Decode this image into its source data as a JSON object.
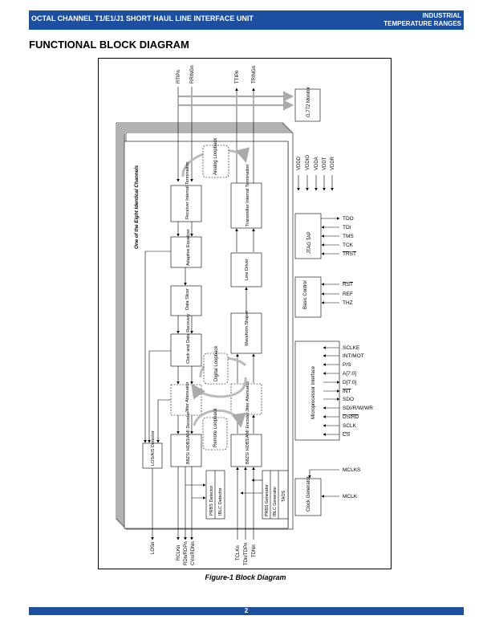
{
  "header": {
    "title": "OCTAL CHANNEL T1/E1/J1 SHORT HAUL LINE INTERFACE UNIT",
    "range_line1": "INDUSTRIAL",
    "range_line2": "TEMPERATURE RANGES"
  },
  "section_title": "FUNCTIONAL BLOCK DIAGRAM",
  "diagram": {
    "channel_label": "One of the Eight Identical Channels",
    "top_pins": [
      "RTIPn",
      "RRINGn",
      "TTIPn",
      "TRINGn"
    ],
    "monitor_block": "G.772 Monitor",
    "loopbacks": {
      "analog": "Analog Loopback",
      "digital": "Digital Loopback",
      "remote": "Remote Loopback"
    },
    "receive_blocks": {
      "termination": "Receiver Internal Termination",
      "equalizer": "Adaptive Equalizer",
      "slicer": "Data Slicer",
      "clock_recovery": "Clock and Data Recovery",
      "jitter": "Jitter Attenuator",
      "decoder": "B8ZS/ HDB3/AMI Decoder"
    },
    "transmit_blocks": {
      "termination": "Transmitter Internal Termination",
      "line_driver": "Line Driver",
      "waveform": "Waveform Shaper",
      "jitter": "Jitter Attenuator",
      "encoder": "B8ZS/ HDB3/AMI Encoder"
    },
    "los_detector": "LOS/AIS Detector",
    "prbs_detector": [
      "PRBS Detector",
      "IBLC Detector"
    ],
    "prbs_generator": [
      "PRBS Generator",
      "IBLC Generator",
      "TAOS"
    ],
    "bottom_pins": [
      "LOSn",
      "RCLKn",
      "RDn/RDPn",
      "CVn/RDNn",
      "TCLKn",
      "TDn/TDPn",
      "TDNn"
    ],
    "power_pins": [
      "VDDD",
      "VDDIO",
      "VDDA",
      "VDDT",
      "VDDR"
    ],
    "jtag": {
      "name": "JTAG TAP",
      "pins": [
        "TDO",
        "TDI",
        "TMS",
        "TCK",
        "TRST"
      ]
    },
    "basic_control": {
      "name": "Basic Control",
      "pins": [
        "RST",
        "REF",
        "THZ"
      ]
    },
    "microprocessor": {
      "name": "Microprocessor Interface",
      "pins": [
        "SCLKE",
        "INT/MOT",
        "P/S",
        "A[7:0]",
        "D[7:0]",
        "INT",
        "SDO",
        "SDI/R/W/WR",
        "DS/RD",
        "SCLK",
        "CS"
      ]
    },
    "clock_generator": {
      "name": "Clock Generator",
      "pins": [
        "MCLKS",
        "MCLK"
      ]
    }
  },
  "caption": "Figure-1   Block Diagram",
  "page_number": "2"
}
